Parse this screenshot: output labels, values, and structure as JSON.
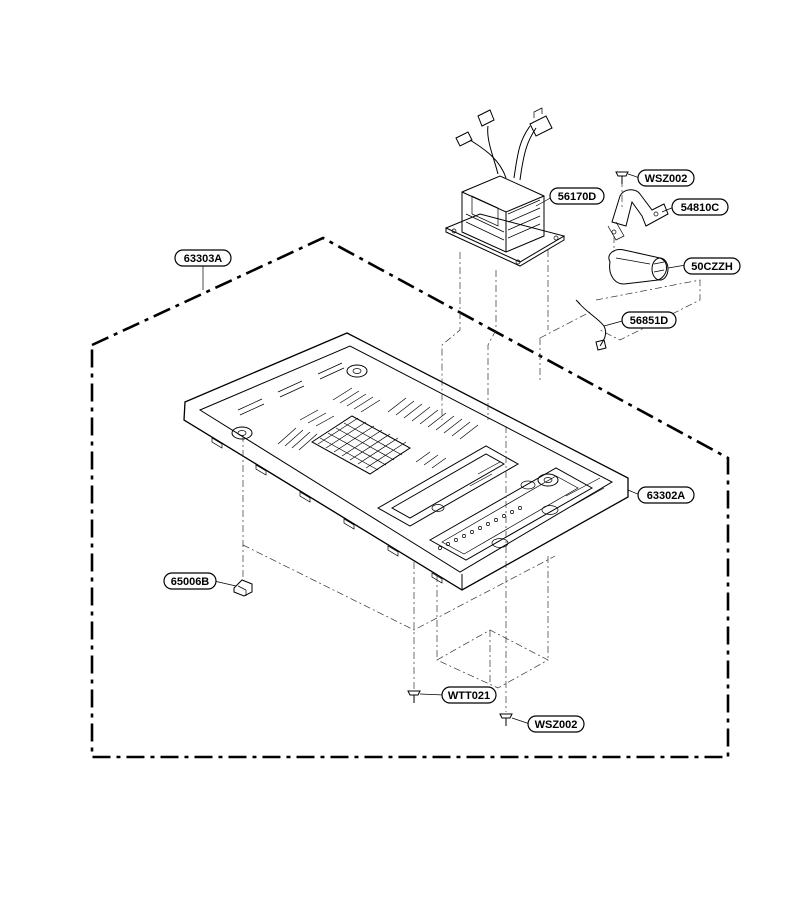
{
  "parts": [
    {
      "id": "callout-63303A",
      "label": "63303A"
    },
    {
      "id": "callout-56170D",
      "label": "56170D"
    },
    {
      "id": "callout-WSZ002-top",
      "label": "WSZ002"
    },
    {
      "id": "callout-54810C",
      "label": "54810C"
    },
    {
      "id": "callout-50CZZH",
      "label": "50CZZH"
    },
    {
      "id": "callout-56851D",
      "label": "56851D"
    },
    {
      "id": "callout-63302A",
      "label": "63302A"
    },
    {
      "id": "callout-65006B",
      "label": "65006B"
    },
    {
      "id": "callout-WTT021",
      "label": "WTT021"
    },
    {
      "id": "callout-WSZ002-bottom",
      "label": "WSZ002"
    }
  ]
}
